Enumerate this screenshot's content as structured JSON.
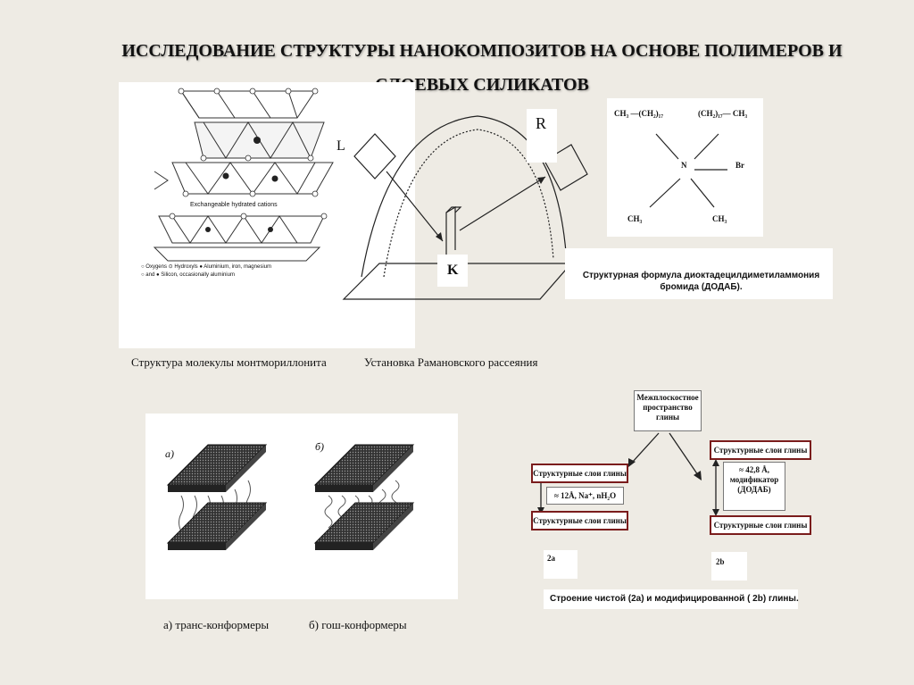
{
  "title": "ИССЛЕДОВАНИЕ СТРУКТУРЫ НАНОКОМПОЗИТОВ НА ОСНОВЕ ПОЛИМЕРОВ И СЛОЕВЫХ СИЛИКАТОВ",
  "montmorillonite": {
    "inner_label": "Exchangeable hydrated cations",
    "legend_line1": "○ Oxygens  ⊙ Hydroxyls  ● Aluminium, iron, magnesium",
    "legend_line2": "○ and ● Silicon, occasionally aluminium",
    "caption": "Структура молекулы монтмориллонита"
  },
  "raman": {
    "label_l": "L",
    "label_r": "R",
    "label_k": "K",
    "caption": "Установка Рамановского рассеяния"
  },
  "formula": {
    "tl": "CH₃ —(CH₂)₁₇",
    "tr": "(CH₂)₁₇— CH₃",
    "n": "N",
    "br": "Br",
    "bl": "CH₃",
    "brch": "CH₃",
    "caption": "Структурная формула диоктадецилдиметиламмония бромида (ДОДАБ)."
  },
  "conformers": {
    "label_a": "а)",
    "label_b": "б)",
    "caption_a": "а) транс-конформеры",
    "caption_b": "б) гош-конформеры"
  },
  "clay": {
    "top_box": "Межплоскостное пространство глины",
    "layer": "Структурные слои глины",
    "left_spacing": "≈ 12Å, Na⁺, nH₂O",
    "right_spacing": "≈ 42,8 Å, модификатор (ДОДАБ)",
    "label_2a": "2a",
    "label_2b": "2b",
    "caption": "Строение чистой (2а) и модифицированной ( 2b) глины."
  },
  "colors": {
    "background": "#eeebe4",
    "border_red": "#7a1c1c"
  }
}
